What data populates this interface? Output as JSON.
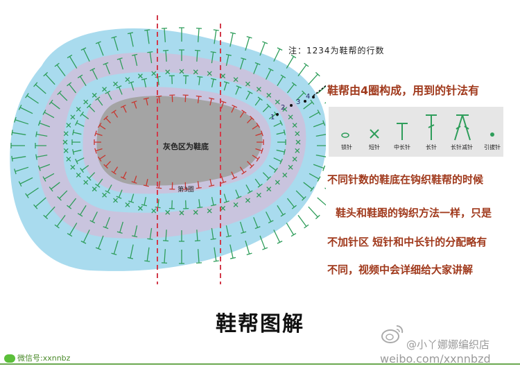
{
  "note": "注：1234为鞋帮的行数",
  "heading": "鞋帮由4圈构成，用到的针法有",
  "legend": [
    {
      "symbol": "chain",
      "label": "锁针"
    },
    {
      "symbol": "single-crochet",
      "label": "短针"
    },
    {
      "symbol": "half-double-crochet",
      "label": "中长针"
    },
    {
      "symbol": "double-crochet",
      "label": "长针"
    },
    {
      "symbol": "dc-decrease",
      "label": "长针减针"
    },
    {
      "symbol": "slip-stitch",
      "label": "引拔针"
    }
  ],
  "description": [
    "不同针数的鞋底在钩织鞋帮的时候",
    "鞋头和鞋跟的钩织方法一样，只是",
    "不加针区  短针和中长针的分配略有",
    "不同，视频中会详细给大家讲解"
  ],
  "diagram": {
    "sole_label": "灰色区为鞋底",
    "round_label": "第3圈",
    "row_numbers": [
      "1",
      "2",
      "3",
      "4"
    ]
  },
  "title": "鞋帮图解",
  "wechat": "微信号:xxnnbz",
  "weibo_name": "@小丫娜娜编织店",
  "weibo_url": "weibo.com/xxnnbzd",
  "colors": {
    "outer_band": "#a9dbee",
    "inner_band": "#c9c4de",
    "sole": "#a4a4a4",
    "stitch_green": "#2e9d5a",
    "stitch_red": "#c8352e",
    "dashed_line": "#d23a4a",
    "text_red": "#a0391c"
  }
}
